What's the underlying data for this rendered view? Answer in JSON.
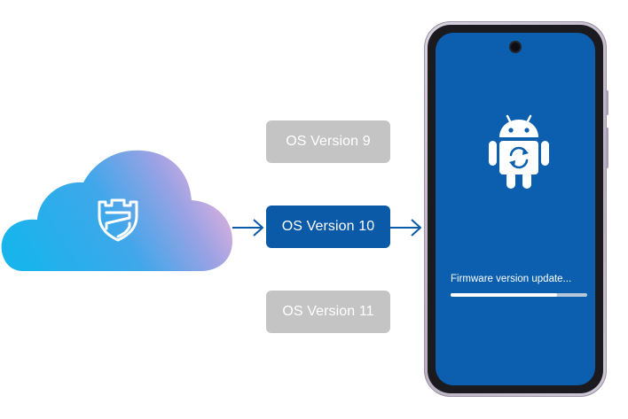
{
  "os_versions": {
    "v9": "OS Version 9",
    "v10": "OS Version 10",
    "v11": "OS Version 11",
    "selected": "OS Version 10"
  },
  "phone": {
    "status_text": "Firmware version update...",
    "progress": 0.78
  },
  "icons": {
    "cloud": "cloud-icon",
    "shield": "security-shield-icon",
    "android": "android-update-icon",
    "arrow": "arrow-right-icon"
  },
  "colors": {
    "accent": "#0a5aa8",
    "inactive": "#c4c4c4",
    "screen": "#0b5fae",
    "cloud_gradient": [
      "#1bb5ec",
      "#8e9fe6",
      "#e9b2de"
    ]
  }
}
